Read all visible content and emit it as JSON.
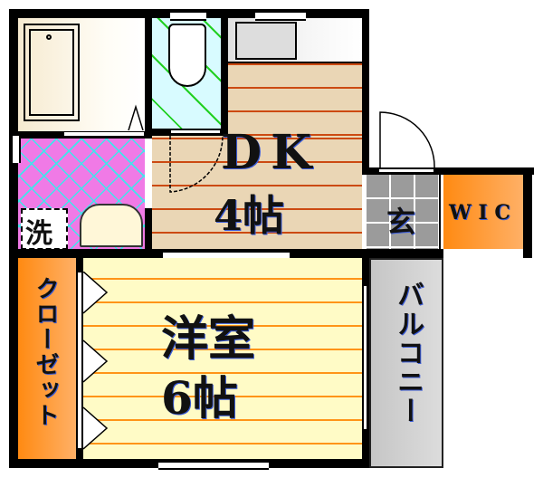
{
  "floor_plan": {
    "rooms": {
      "dk": {
        "name": "DK",
        "size": "4帖",
        "floor": "wood",
        "color": "#ead6b5"
      },
      "yoshitsu": {
        "name": "洋室",
        "size": "6帖",
        "floor": "wood",
        "color": "#fffbc6"
      },
      "genkan": {
        "label": "玄",
        "color": "#9b9b9b"
      },
      "wic": {
        "label": "W I C",
        "color": "#ff8a12"
      },
      "closet": {
        "label": "クローゼット",
        "color": "#ff8a12"
      },
      "balcony": {
        "label": "バルコニー",
        "color": "#cfcfcf"
      },
      "laundry": {
        "label": "洗",
        "color": "#f07ae6"
      },
      "bath": {
        "label": "",
        "color": "#f6ead0"
      },
      "toilet": {
        "label": "",
        "color": "#d8fbff"
      },
      "kitchen": {
        "label": "",
        "color": "#e6e6e6"
      }
    }
  }
}
